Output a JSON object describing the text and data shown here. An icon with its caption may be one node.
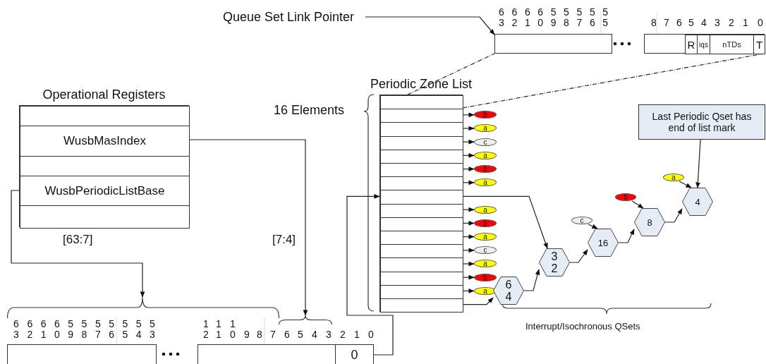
{
  "diagram": {
    "nodes": [
      {
        "text": [
          "Queue Set Link Pointer"
        ]
      },
      {
        "text": [],
        "shape": "box",
        "beside": [
          "63",
          "62",
          "61",
          "60",
          "59",
          "58",
          "57",
          "56",
          "55"
        ]
      },
      {
        "text": [],
        "shape": "box",
        "beside": [
          "8",
          "7",
          "6",
          "5",
          "4",
          "3",
          "2",
          "1",
          "0"
        ]
      },
      {
        "text": [
          "R"
        ],
        "in": 2
      },
      {
        "text": [
          "iqs"
        ],
        "in": 2
      },
      {
        "text": [
          "nTDs"
        ],
        "in": 2
      },
      {
        "text": [
          "T"
        ],
        "in": 2
      },
      {
        "text": [
          "Operational Registers"
        ]
      },
      {
        "text": [],
        "shape": "box",
        "in": 7
      },
      {
        "text": [
          "WusbMasIndex"
        ],
        "in": 7
      },
      {
        "text": [],
        "shape": "box",
        "in": 7
      },
      {
        "text": [
          "WusbPeriodicListBase"
        ],
        "in": 7
      },
      {
        "text": [],
        "shape": "box",
        "in": 7
      },
      {
        "text": [
          "Periodic Zone List"
        ]
      },
      {
        "text": [],
        "shape": "box",
        "in": 13
      },
      {
        "text": [],
        "shape": "box",
        "in": 13
      },
      {
        "text": [],
        "shape": "box",
        "in": 13
      },
      {
        "text": [],
        "shape": "box",
        "in": 13
      },
      {
        "text": [],
        "shape": "box",
        "in": 13
      },
      {
        "text": [],
        "shape": "box",
        "in": 13
      },
      {
        "text": [],
        "shape": "box",
        "in": 13
      },
      {
        "text": [],
        "shape": "box",
        "in": 13
      },
      {
        "text": [],
        "shape": "box",
        "in": 13
      },
      {
        "text": [],
        "shape": "box",
        "in": 13
      },
      {
        "text": [],
        "shape": "box",
        "in": 13
      },
      {
        "text": [],
        "shape": "box",
        "in": 13
      },
      {
        "text": [],
        "shape": "box",
        "in": 13
      },
      {
        "text": [],
        "shape": "box",
        "in": 13
      },
      {
        "text": [],
        "shape": "box",
        "in": 13
      },
      {
        "text": [],
        "shape": "box",
        "in": 13
      },
      {
        "text": [
          "b"
        ]
      },
      {
        "text": [
          "a"
        ]
      },
      {
        "text": [
          "c"
        ]
      },
      {
        "text": [
          "a"
        ]
      },
      {
        "text": [
          "b"
        ]
      },
      {
        "text": [
          "a"
        ]
      },
      {
        "text": [
          "a"
        ]
      },
      {
        "text": [
          "b"
        ]
      },
      {
        "text": [
          "a"
        ]
      },
      {
        "text": [
          "c"
        ]
      },
      {
        "text": [
          "a"
        ]
      },
      {
        "text": [
          "b"
        ]
      },
      {
        "text": [
          "a"
        ]
      },
      {
        "text": [
          "Last Periodic Qset has end of list mark"
        ]
      },
      {
        "text": [
          "a"
        ]
      },
      {
        "text": [
          "4"
        ]
      },
      {
        "text": [
          "b"
        ]
      },
      {
        "text": [
          "8"
        ]
      },
      {
        "text": [
          "c"
        ]
      },
      {
        "text": [
          "16"
        ]
      },
      {
        "text": [
          "32"
        ]
      },
      {
        "text": [
          "64"
        ]
      },
      {
        "text": [],
        "shape": "box",
        "beside": [
          "63",
          "62",
          "61",
          "60",
          "59",
          "58",
          "57",
          "56",
          "55",
          "54",
          "53"
        ]
      },
      {
        "text": [],
        "shape": "box",
        "beside": [
          "12",
          "11",
          "10",
          "9",
          "8",
          "7",
          "6",
          "5",
          "4",
          "3"
        ]
      },
      {
        "text": [
          "0"
        ],
        "beside": [
          "2",
          "1",
          "0"
        ]
      },
      {
        "text": [],
        "shape": "brace"
      },
      {
        "text": [],
        "shape": "brace"
      }
    ],
    "edges": [
      {
        "from": 0,
        "to": 1,
        "arrow": "to"
      },
      {
        "from": 14,
        "to": 1,
        "arrow": "none",
        "style": "dashed"
      },
      {
        "from": 14,
        "to": 2,
        "arrow": "none",
        "style": "dashed"
      },
      {
        "from": 15,
        "to": 30,
        "arrow": "to"
      },
      {
        "from": 16,
        "to": 31,
        "arrow": "to"
      },
      {
        "from": 17,
        "to": 32,
        "arrow": "to"
      },
      {
        "from": 18,
        "to": 33,
        "arrow": "to"
      },
      {
        "from": 19,
        "to": 34,
        "arrow": "to"
      },
      {
        "from": 20,
        "to": 35,
        "arrow": "to"
      },
      {
        "from": 22,
        "to": 36,
        "arrow": "to"
      },
      {
        "from": 23,
        "to": 37,
        "arrow": "to"
      },
      {
        "from": 24,
        "to": 38,
        "arrow": "to"
      },
      {
        "from": 25,
        "to": 39,
        "arrow": "to"
      },
      {
        "from": 26,
        "to": 40,
        "arrow": "to"
      },
      {
        "from": 27,
        "to": 41,
        "arrow": "to"
      },
      {
        "from": 28,
        "to": 42,
        "arrow": "to"
      },
      {
        "from": 21,
        "to": 50,
        "arrow": "to"
      },
      {
        "from": 29,
        "to": 51,
        "arrow": "to"
      },
      {
        "from": 51,
        "to": 50,
        "arrow": "to"
      },
      {
        "from": 50,
        "to": 49,
        "arrow": "to"
      },
      {
        "from": 49,
        "to": 47,
        "arrow": "to"
      },
      {
        "from": 47,
        "to": 45,
        "arrow": "to"
      },
      {
        "from": 48,
        "to": 49,
        "arrow": "to"
      },
      {
        "from": 46,
        "to": 47,
        "arrow": "to"
      },
      {
        "from": 44,
        "to": 45,
        "arrow": "to"
      },
      {
        "from": 43,
        "to": 45,
        "arrow": "to"
      },
      {
        "from": 9,
        "to": 56,
        "arrow": "to",
        "label": "[7:4]"
      },
      {
        "from": 11,
        "to": 55,
        "arrow": "to",
        "label": "[63:7]"
      },
      {
        "from": 54,
        "to": 21,
        "arrow": "to"
      }
    ],
    "labels": [
      "16 Elements",
      "Interrupt/Isochronous QSets"
    ]
  }
}
